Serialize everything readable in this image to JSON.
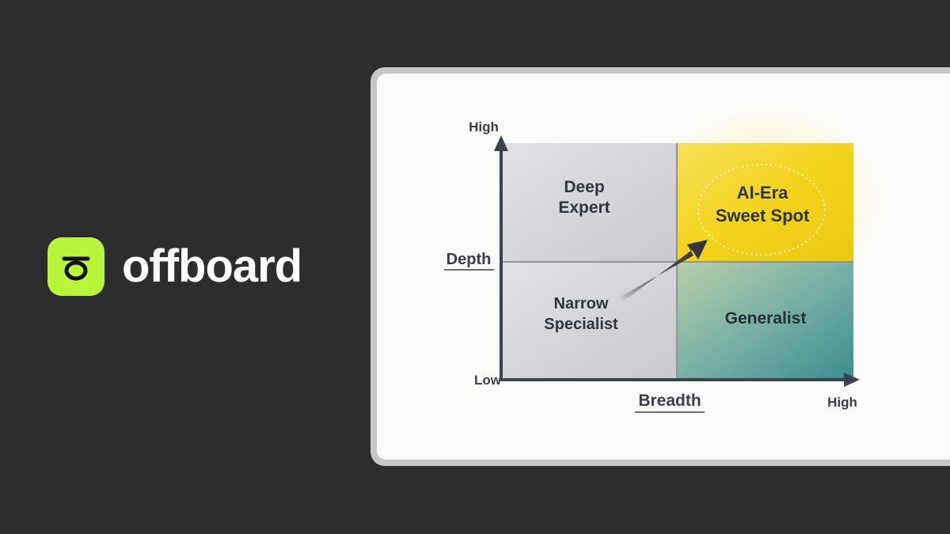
{
  "brand": {
    "name": "offboard",
    "logo": "offboard-logo-mark",
    "accent": "#b8f53a"
  },
  "diagram": {
    "y_axis": {
      "label": "Depth",
      "high": "High"
    },
    "x_axis": {
      "label": "Breadth",
      "low": "Low",
      "high": "High"
    },
    "quadrants": {
      "top_left": {
        "line1": "Deep",
        "line2": "Expert"
      },
      "top_right": {
        "line1": "AI-Era",
        "line2": "Sweet Spot"
      },
      "bottom_left": {
        "line1": "Narrow",
        "line2": "Specialist"
      },
      "bottom_right": {
        "line1": "Generalist"
      }
    },
    "colors": {
      "sweet_spot": "#f2d81c",
      "generalist": "#3f9a98",
      "neutral": "#d4d4d8",
      "text": "#2f3640"
    }
  }
}
